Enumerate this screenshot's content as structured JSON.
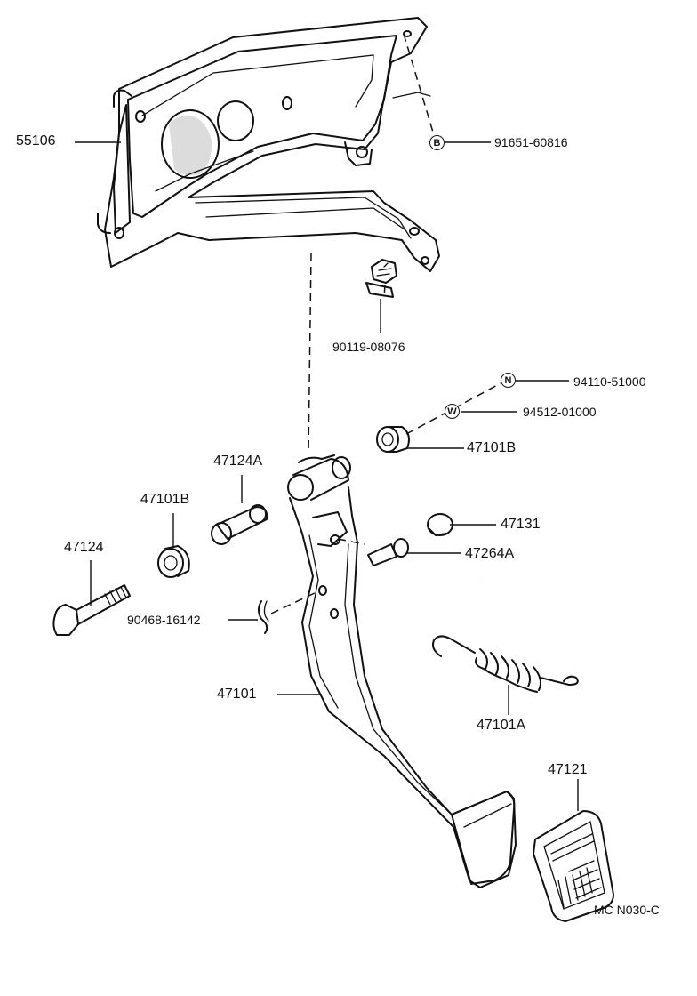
{
  "diagram": {
    "code": "MC N030-C",
    "parts": {
      "bracket": "55106",
      "bolt_upper": "91651-60816",
      "bolt_mid": "90119-08076",
      "nut": "94110-51000",
      "washer": "94512-01000",
      "bushing_right": "47101B",
      "collar": "47124A",
      "bushing_left": "47101B",
      "pedal_bolt": "47124",
      "stopper": "47131",
      "pin": "47264A",
      "clip": "90468-16142",
      "pedal": "47101",
      "spring": "47101A",
      "pad": "47121"
    },
    "badges": {
      "bolt_upper": "B",
      "nut": "N",
      "washer": "W"
    }
  }
}
